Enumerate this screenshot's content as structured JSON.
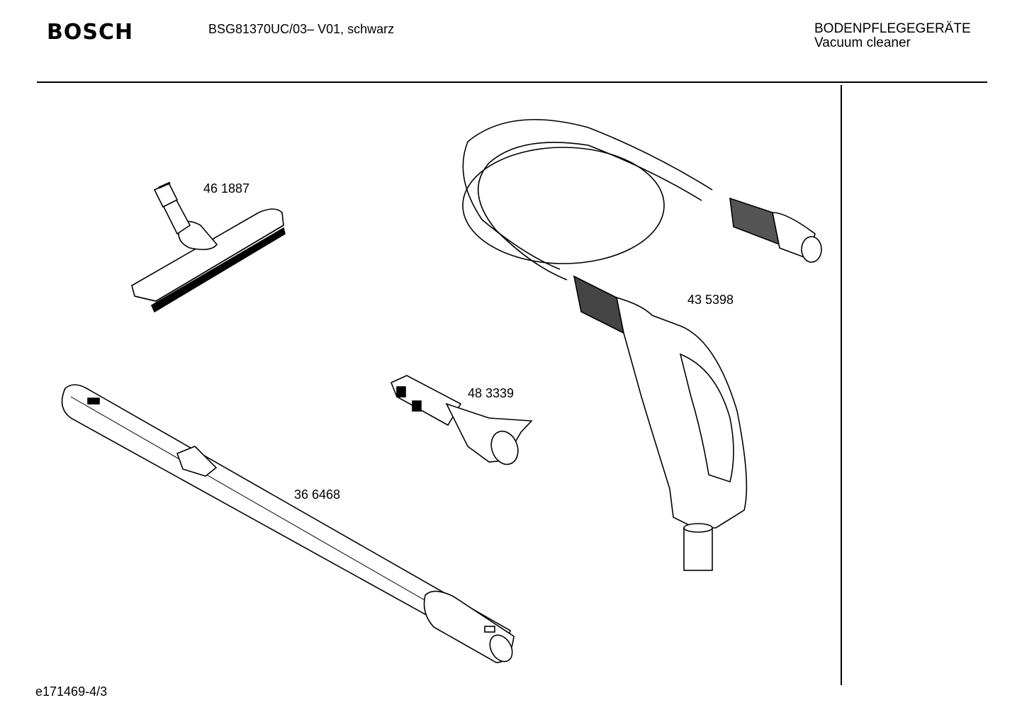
{
  "header": {
    "brand": "BOSCH",
    "model": "BSG81370UC/03– V01, schwarz",
    "category_de": "BODENPFLEGEGERÄTE",
    "category_en": "Vacuum cleaner"
  },
  "parts": [
    {
      "number": "46 1887",
      "icon": "floor-brush-icon"
    },
    {
      "number": "43 5398",
      "icon": "suction-hose-icon"
    },
    {
      "number": "48 3339",
      "icon": "crevice-nozzle-icon"
    },
    {
      "number": "36 6468",
      "icon": "telescopic-tube-icon"
    }
  ],
  "footer": {
    "drawing_id": "e171469-4/3"
  }
}
